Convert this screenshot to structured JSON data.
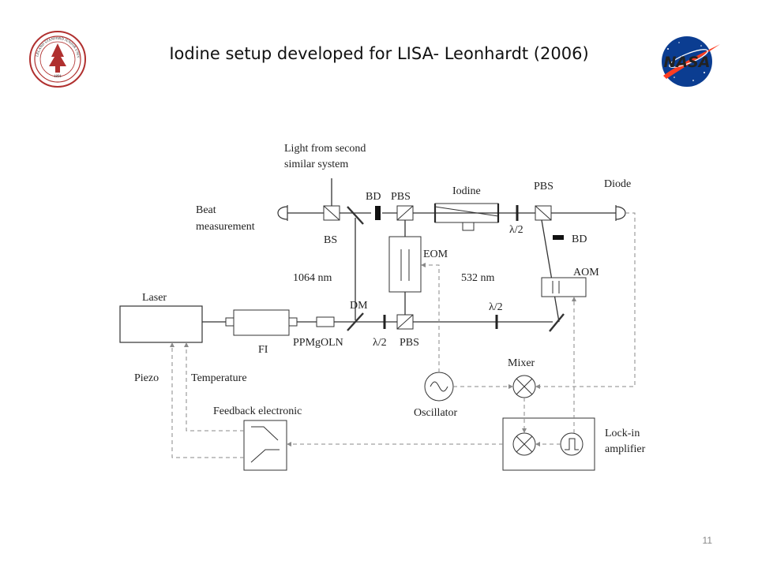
{
  "slide": {
    "title": "Iodine setup developed for LISA- Leonhardt (2006)",
    "page_number": "11",
    "logos": {
      "left": {
        "icon": "stanford-seal-logo",
        "text": "LELAND STANFORD JUNIOR UNIVERSITY",
        "year": "1891"
      },
      "right": {
        "icon": "nasa-meatball-logo",
        "text": "NASA"
      }
    }
  },
  "diagram": {
    "labels": {
      "light_from_second": "Light from second",
      "similar_system": "similar system",
      "beat": "Beat",
      "measurement": "measurement",
      "bs": "BS",
      "bd_top": "BD",
      "pbs_top_left": "PBS",
      "iodine": "Iodine",
      "pbs_top_right": "PBS",
      "diode": "Diode",
      "half_wave_top": "λ/2",
      "bd_right": "BD",
      "eom": "EOM",
      "aom": "AOM",
      "nm_1064": "1064 nm",
      "nm_532": "532 nm",
      "laser": "Laser",
      "dm": "DM",
      "half_wave_mid": "λ/2",
      "fi": "FI",
      "ppmgoln": "PPMgOLN",
      "half_wave_bottom": "λ/2",
      "pbs_bottom": "PBS",
      "piezo": "Piezo",
      "temperature": "Temperature",
      "mixer": "Mixer",
      "oscillator": "Oscillator",
      "feedback": "Feedback electronic",
      "lockin_1": "Lock-in",
      "lockin_2": "amplifier"
    }
  },
  "colors": {
    "line": "#333333",
    "dashed": "#8a8a8a",
    "stanford_red": "#b0302f",
    "nasa_blue": "#0b3d91",
    "nasa_red": "#fc3d21"
  }
}
